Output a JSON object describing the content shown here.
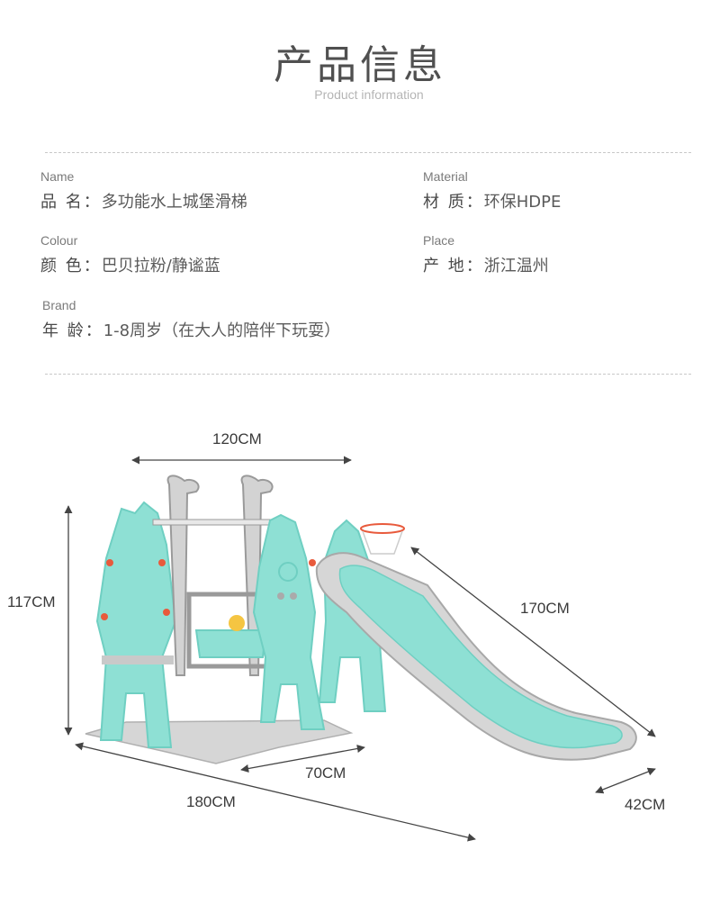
{
  "header": {
    "title": "产品信息",
    "subtitle": "Product information"
  },
  "specs": {
    "name": {
      "en": "Name",
      "key": "品 名：",
      "value": "多功能水上城堡滑梯"
    },
    "material": {
      "en": "Material",
      "key": "材 质：",
      "value": "环保HDPE"
    },
    "colour": {
      "en": "Colour",
      "key": "颜 色：",
      "value": "巴贝拉粉/静谧蓝"
    },
    "place": {
      "en": "Place",
      "key": "产 地：",
      "value": "浙江温州"
    },
    "brand": {
      "en": "Brand",
      "key": "年 龄：",
      "value": "1-8周岁（在大人的陪伴下玩耍）"
    }
  },
  "dimensions": {
    "width_top": "120CM",
    "height": "117CM",
    "slide_length": "170CM",
    "base_depth": "70CM",
    "total_length": "180CM",
    "slide_width": "42CM"
  },
  "colors": {
    "mint": "#8ee0d4",
    "mint_dark": "#6fcfc2",
    "grey": "#c9c9c9",
    "grey_dark": "#9a9a9a",
    "accent_red": "#e85a3c"
  }
}
